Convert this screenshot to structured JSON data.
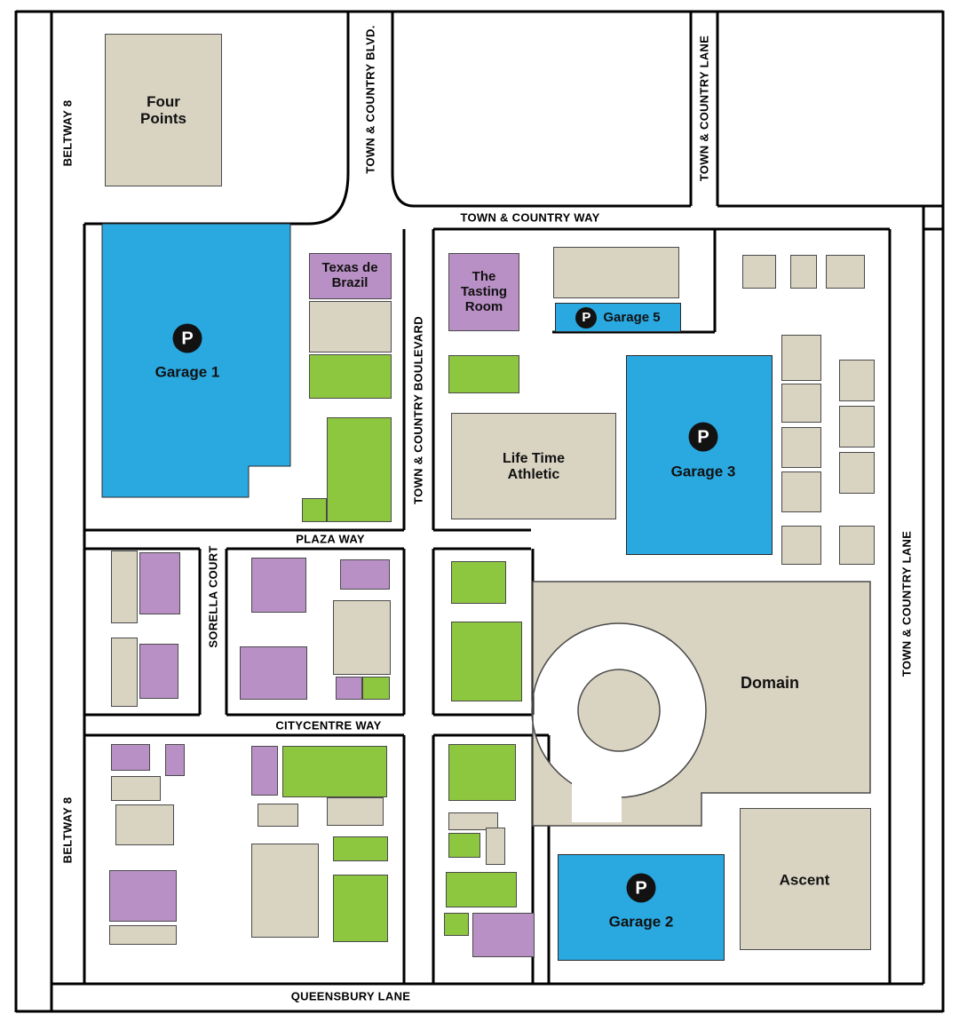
{
  "map": {
    "streets": {
      "beltway8": "BELTWAY 8",
      "tc_blvd_top": "TOWN & COUNTRY BLVD.",
      "tc_lane_top": "TOWN & COUNTRY LANE",
      "tc_way": "TOWN & COUNTRY WAY",
      "tc_boulevard": "TOWN & COUNTRY BOULEVARD",
      "tc_lane_right": "TOWN & COUNTRY LANE",
      "plaza_way": "PLAZA WAY",
      "sorella_court": "SORELLA COURT",
      "citycentre_way": "CITYCENTRE WAY",
      "queensbury_lane": "QUEENSBURY LANE"
    },
    "buildings": {
      "four_points": "Four Points",
      "garage1": "Garage 1",
      "garage2": "Garage 2",
      "garage3": "Garage 3",
      "garage5": "Garage 5",
      "texas_de_brazil": "Texas de Brazil",
      "tasting_room": "The Tasting Room",
      "life_time": "Life Time Athletic",
      "domain": "Domain",
      "ascent": "Ascent",
      "parking_symbol": "P"
    },
    "colors": {
      "garage_blue": "#2aa9e1",
      "building_tan": "#d9d3c2",
      "building_purple": "#b990c6",
      "building_green": "#8dc63f",
      "road_line": "#000000",
      "outline": "#4a4a4a"
    }
  }
}
